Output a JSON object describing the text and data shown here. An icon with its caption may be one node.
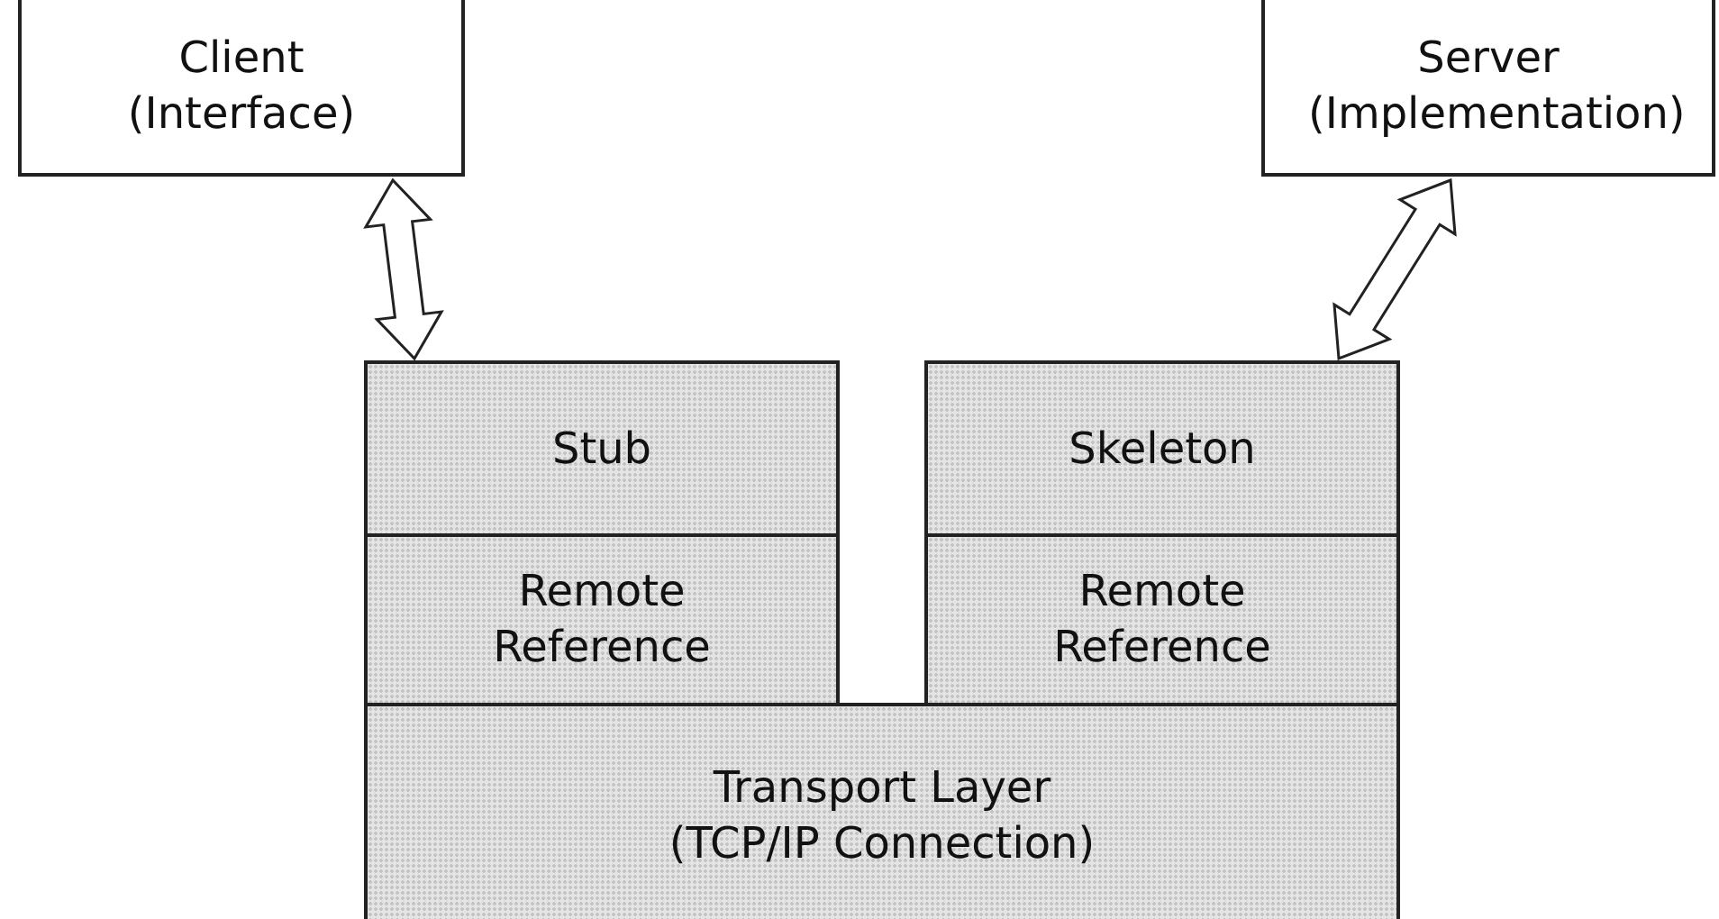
{
  "diagram": {
    "nodes": [
      {
        "text": [
          "Client (Interface)"
        ]
      },
      {
        "text": [
          "Server (Implementation)"
        ]
      },
      {
        "text": [
          "Stub"
        ]
      },
      {
        "text": [
          "Skeleton"
        ]
      },
      {
        "text": [
          "Remote Reference"
        ]
      },
      {
        "text": [
          "Remote Reference"
        ]
      },
      {
        "text": [
          "Transport Layer (TCP/IP Connection)"
        ]
      }
    ],
    "edges": [
      {
        "from": 0,
        "to": 2,
        "arrow": "both"
      },
      {
        "from": 1,
        "to": 3,
        "arrow": "both"
      }
    ]
  }
}
